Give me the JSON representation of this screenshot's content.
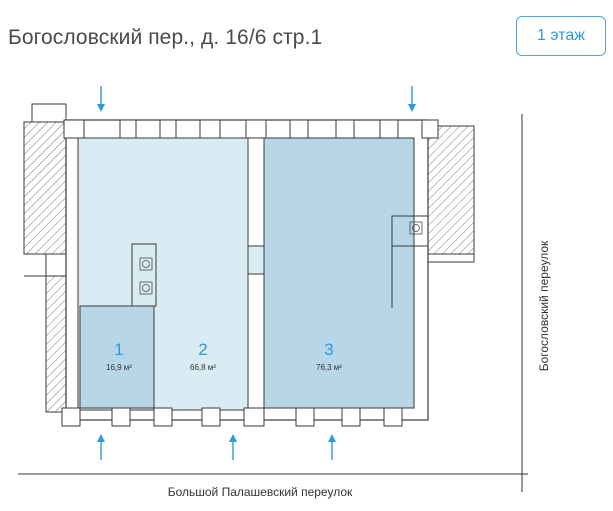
{
  "header": {
    "address": "Богословский пер., д. 16/6 стр.1",
    "floor_button": "1 этаж"
  },
  "streets": {
    "bottom": "Большой Палашевский переулок",
    "right": "Богословский переулок"
  },
  "rooms": [
    {
      "number": "1",
      "area": "16,9 м²",
      "fill": "#b7d6e8"
    },
    {
      "number": "2",
      "area": "66,8 м²",
      "fill": "#d9ecf3"
    },
    {
      "number": "3",
      "area": "76,3 м²",
      "fill": "#b7d6e8"
    }
  ],
  "colors": {
    "accent": "#2f9ad6",
    "wall": "#ffffff",
    "outline": "#3a3a3a",
    "hatch": "#7a7a7a"
  },
  "entrances": [
    {
      "id": "top-left",
      "direction": "down"
    },
    {
      "id": "top-right",
      "direction": "down"
    },
    {
      "id": "bottom-left",
      "direction": "up"
    },
    {
      "id": "bottom-middle",
      "direction": "up"
    },
    {
      "id": "bottom-right",
      "direction": "up"
    }
  ]
}
